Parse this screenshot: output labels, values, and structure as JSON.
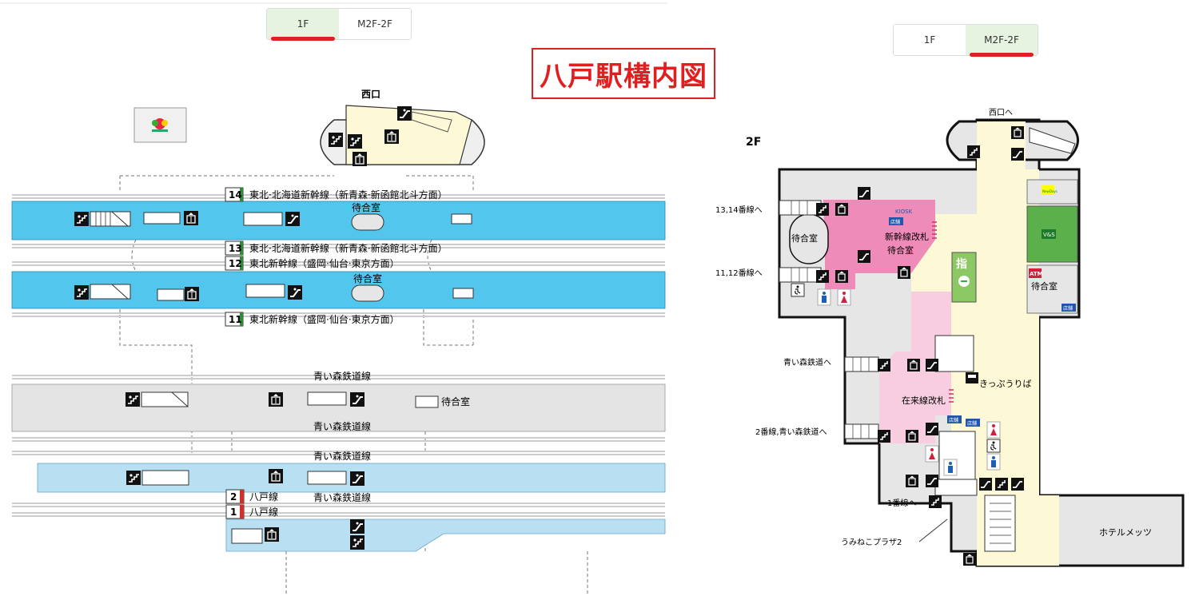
{
  "title": "八戸駅構内図",
  "left_tabs": [
    {
      "label": "1F",
      "active": true
    },
    {
      "label": "M2F-2F",
      "active": false
    }
  ],
  "right_tabs": [
    {
      "label": "1F",
      "active": false
    },
    {
      "label": "M2F-2F",
      "active": true
    }
  ],
  "left_map": {
    "exit": "西口",
    "tracks": [
      {
        "number": "14",
        "label": "東北·北海道新幹線（新青森·新函館北斗方面）",
        "color": "#2e8b3a"
      },
      {
        "number": "13",
        "label": "東北·北海道新幹線（新青森·新函館北斗方面）",
        "color": "#2e8b3a"
      },
      {
        "number": "12",
        "label": "東北新幹線（盛岡·仙台·東京方面）",
        "color": "#2e8b3a"
      },
      {
        "number": "11",
        "label": "東北新幹線（盛岡·仙台·東京方面）",
        "color": "#2e8b3a"
      },
      {
        "number": "2",
        "label": "八戸線",
        "color": "#d0302a"
      },
      {
        "number": "1",
        "label": "八戸線",
        "color": "#d0302a"
      }
    ],
    "waiting_room": "待合室",
    "aoimori_line": "青い森鉄道線"
  },
  "right_map": {
    "floor_label": "2F",
    "exit_to_west": "西口へ",
    "to_13_14": "13,14番線へ",
    "to_11_12": "11,12番線へ",
    "to_aoimori": "青い森鉄道へ",
    "to_2_aoimori": "2番線,青い森鉄道へ",
    "to_1": "1番線へ",
    "waiting_room": "待合室",
    "shinkansen_gate": "新幹線改札",
    "conventional_gate": "在来線改札",
    "ticket_office": "きっぷうりば",
    "umineko": "うみねこプラザ2",
    "hotel": "ホテルメッツ",
    "kiosk": "KIOSK",
    "shop": "店舗",
    "atm": "ATM",
    "reserved_sign": "指",
    "newdays": "NewDays",
    "vds": "V&S"
  }
}
